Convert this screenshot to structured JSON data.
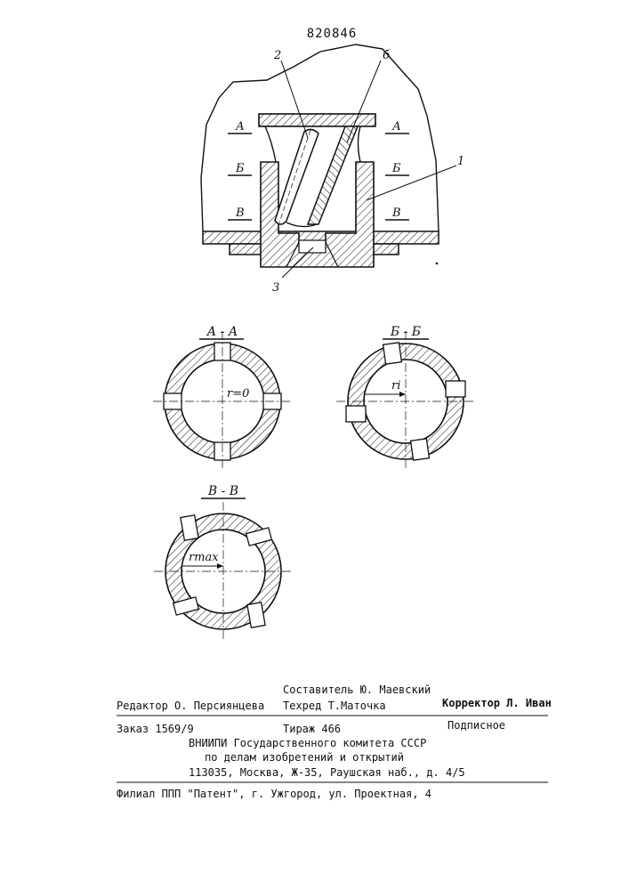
{
  "patent_number": "820846",
  "main_view": {
    "callouts": {
      "part_2": "2",
      "part_b": "б",
      "part_1": "1",
      "part_3": "3"
    },
    "levels": {
      "left": [
        "А",
        "Б",
        "В"
      ],
      "right": [
        "А",
        "Б",
        "В"
      ]
    }
  },
  "sections": {
    "a": {
      "title": "А - А",
      "radius_label": "r=0"
    },
    "b": {
      "title": "Б - Б",
      "radius_label": "ri"
    },
    "v": {
      "title": "В - В",
      "radius_label": "rmax"
    }
  },
  "footer": {
    "editor": "Редактор О. Персиянцева",
    "compiler": "Составитель Ю. Маевский",
    "techred": "Техред Т.Маточка",
    "corrector": "Корректор Л. Иван",
    "order": "Заказ 1569/9",
    "circulation": "Тираж 466",
    "subscription": "Подписное",
    "org_line1": "ВНИИПИ Государственного комитета СССР",
    "org_line2": "по делам изобретений и открытий",
    "org_line3": "113035, Москва, Ж-35, Раушская наб., д. 4/5",
    "branch": "Филиал ППП \"Патент\", г. Ужгород, ул. Проектная, 4"
  }
}
